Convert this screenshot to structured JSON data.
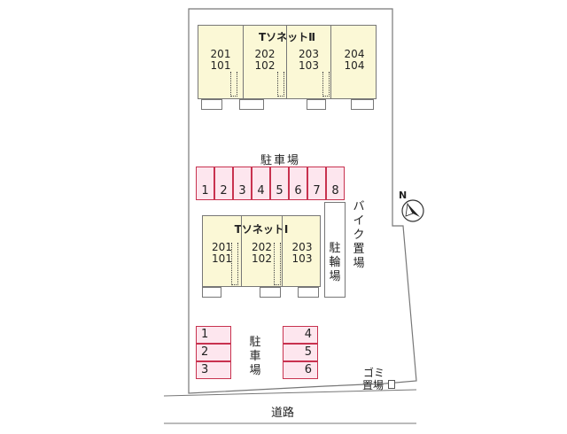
{
  "building_north": {
    "title": "TソネットⅡ",
    "units": [
      {
        "upper": "201",
        "lower": "101"
      },
      {
        "upper": "202",
        "lower": "102"
      },
      {
        "upper": "203",
        "lower": "103"
      },
      {
        "upper": "204",
        "lower": "104"
      }
    ]
  },
  "building_south": {
    "title": "TソネットⅠ",
    "units": [
      {
        "upper": "201",
        "lower": "101"
      },
      {
        "upper": "202",
        "lower": "102"
      },
      {
        "upper": "203",
        "lower": "103"
      }
    ]
  },
  "parking_top": {
    "label": "駐車場",
    "stalls": [
      "1",
      "2",
      "3",
      "4",
      "5",
      "6",
      "7",
      "8"
    ]
  },
  "parking_bottom": {
    "label_chars": [
      "駐",
      "車",
      "場"
    ],
    "left_stalls": [
      "1",
      "2",
      "3"
    ],
    "right_stalls": [
      "4",
      "5",
      "6"
    ]
  },
  "bike_parking": {
    "chars": [
      "バ",
      "イ",
      "ク",
      "置",
      "場"
    ]
  },
  "bicycle_parking": {
    "chars": [
      "駐",
      "輪",
      "場"
    ]
  },
  "garbage": {
    "line1": "ゴミ",
    "line2": "置場"
  },
  "road": {
    "label": "道路"
  },
  "compass": {
    "letter": "N"
  },
  "colors": {
    "building": "#fbf8d6",
    "stall_fill": "#fde6ee",
    "stall_border": "#c8324f",
    "outline": "#777777"
  }
}
